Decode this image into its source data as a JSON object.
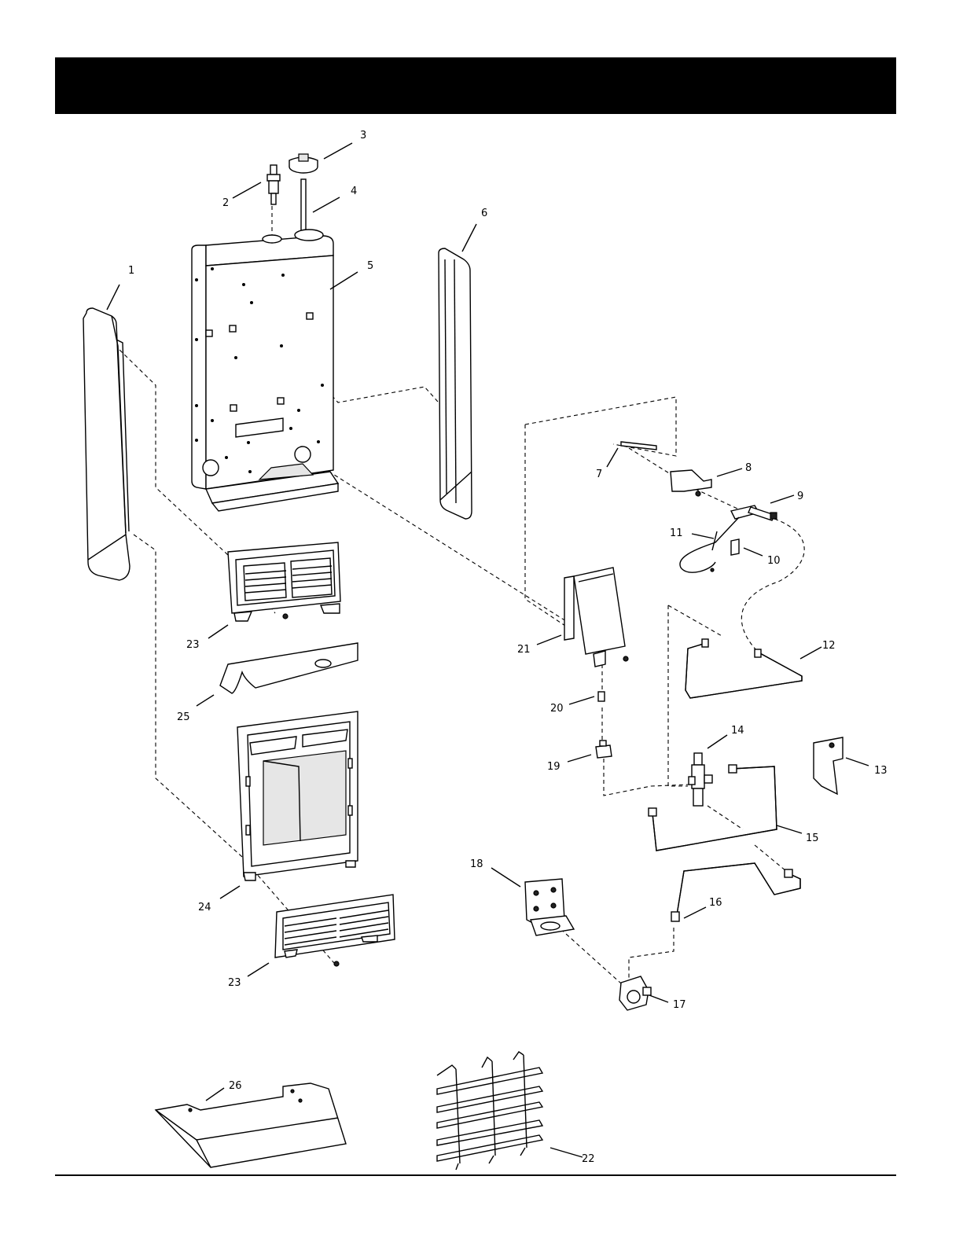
{
  "diagram": {
    "callouts": {
      "p1": "1",
      "p2": "2",
      "p3": "3",
      "p4": "4",
      "p5": "5",
      "p6": "6",
      "p7": "7",
      "p8": "8",
      "p9": "9",
      "p10": "10",
      "p11": "11",
      "p12": "12",
      "p13": "13",
      "p14": "14",
      "p15": "15",
      "p16": "16",
      "p17": "17",
      "p18": "18",
      "p19": "19",
      "p20": "20",
      "p21": "21",
      "p22": "22",
      "p23a": "23",
      "p23b": "23",
      "p24": "24",
      "p25": "25",
      "p26": "26"
    }
  }
}
